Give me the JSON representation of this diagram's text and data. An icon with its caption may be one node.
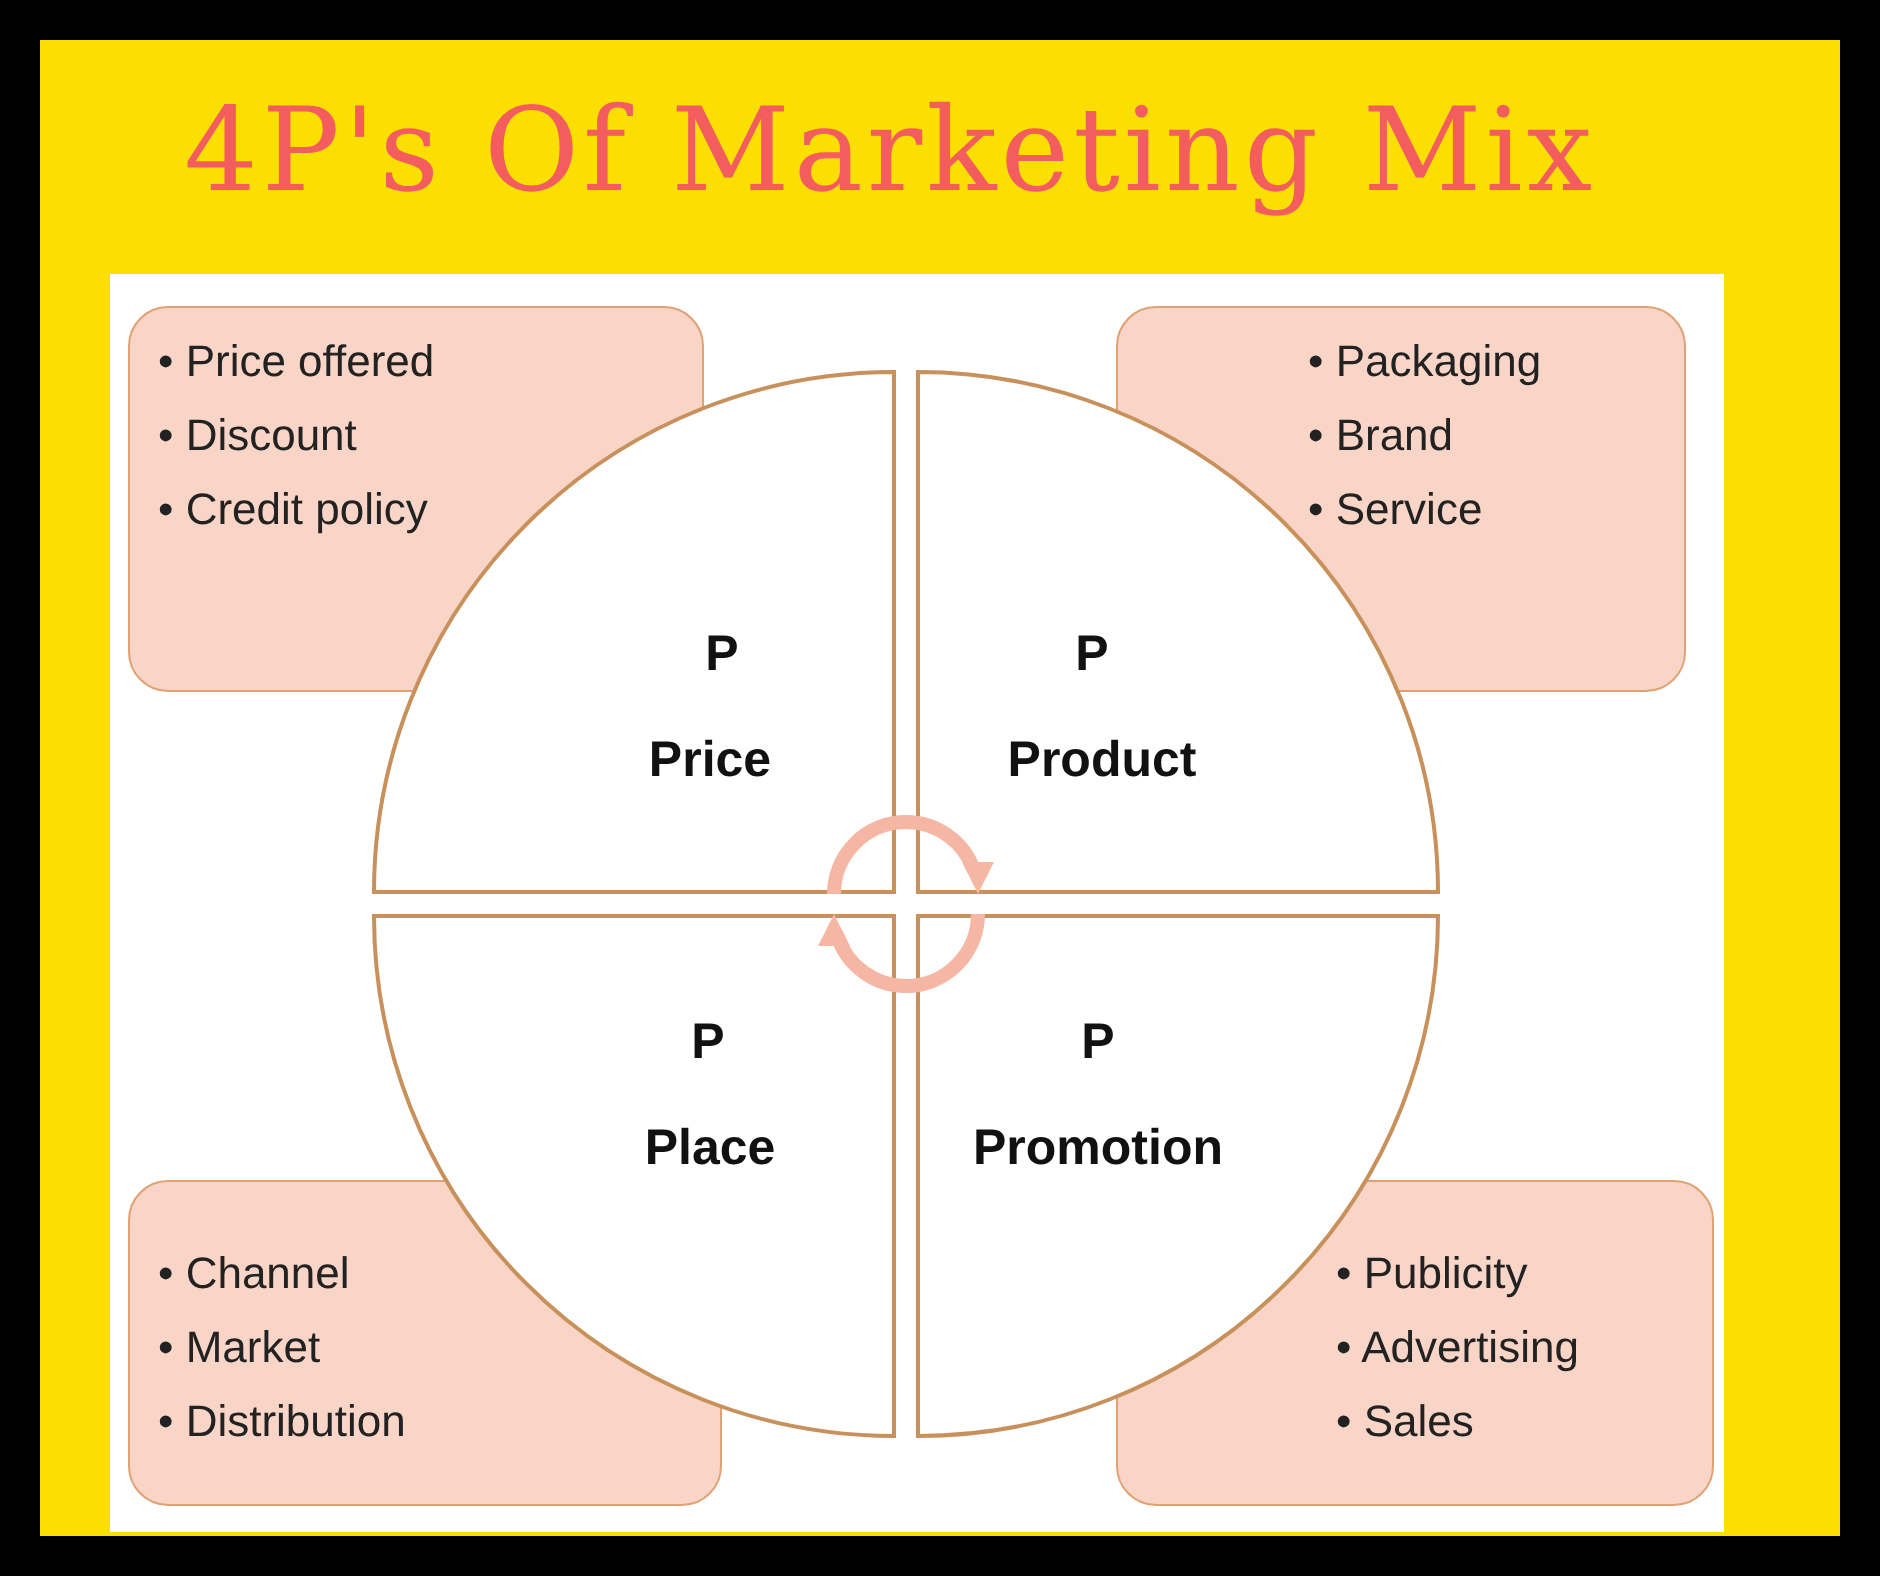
{
  "diagram": {
    "title": "4P's Of Marketing Mix",
    "nodes": [
      {
        "text": [
          "• Price offered",
          "• Discount",
          "• Credit policy"
        ]
      },
      {
        "text": [
          "• Packaging",
          "• Brand",
          "• Service"
        ]
      },
      {
        "text": [
          "P",
          "Price"
        ]
      },
      {
        "text": [
          "P",
          "Product"
        ]
      },
      {
        "text": [
          "P",
          "Place"
        ]
      },
      {
        "text": [
          "P",
          "Promotion"
        ]
      },
      {
        "text": [
          "• Channel",
          "• Market",
          "• Distribution"
        ]
      },
      {
        "text": [
          "• Publicity",
          "• Advertising",
          "• Sales"
        ]
      }
    ],
    "edges": [
      {
        "from": 2,
        "to": 3,
        "arrow": "to"
      },
      {
        "from": 5,
        "to": 4,
        "arrow": "to"
      }
    ]
  }
}
